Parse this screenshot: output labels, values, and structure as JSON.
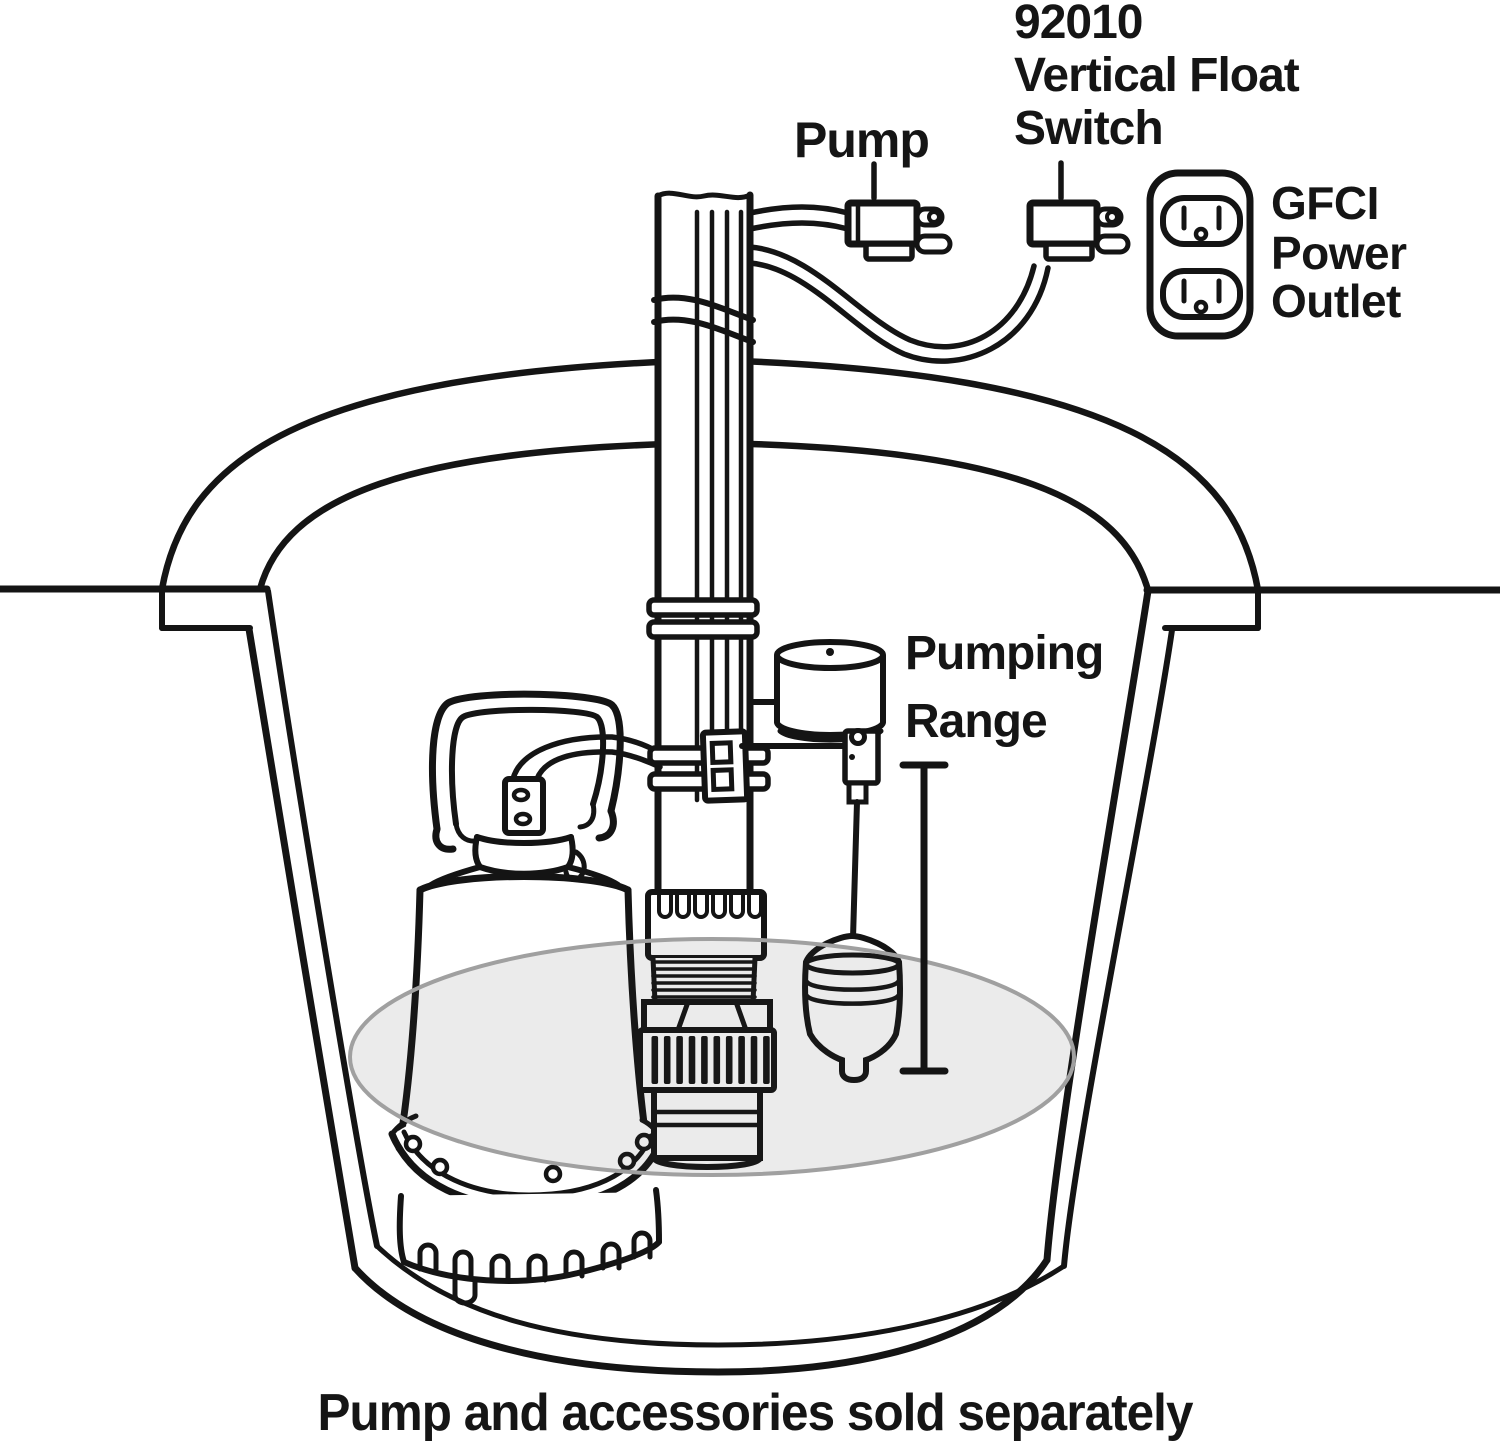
{
  "diagram": {
    "labels": {
      "pump": "Pump",
      "float_switch": [
        "92010",
        "Vertical Float",
        "Switch"
      ],
      "gfci": [
        "GFCI",
        "Power",
        "Outlet"
      ],
      "pumping_range": [
        "Pumping",
        "Range"
      ]
    },
    "caption": "Pump and accessories sold separately",
    "colors": {
      "line": "#141414",
      "water_fill": "#e9e8e8",
      "water_stroke": "#a0a0a0",
      "background": "#ffffff"
    },
    "icons": [
      "pump-plug-icon",
      "float-switch-plug-icon",
      "gfci-outlet-icon",
      "pumping-range-measure-line"
    ]
  }
}
